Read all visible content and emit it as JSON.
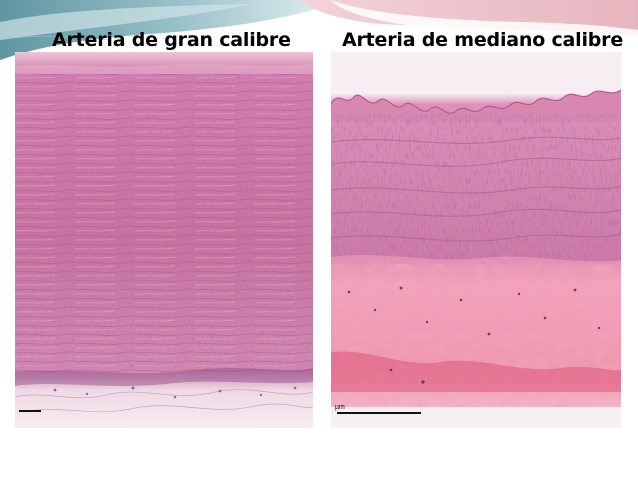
{
  "slide": {
    "titles": {
      "left": "Arteria de gran calibre",
      "right": "Arteria de mediano calibre"
    },
    "micrographs": {
      "left": {
        "subject": "large-caliber artery wall histology (H&E stain)"
      },
      "right": {
        "subject": "medium-caliber artery wall histology (H&E stain)",
        "scale_unit": "µm"
      }
    },
    "colors": {
      "header_teal": "#5f96a2",
      "header_light": "#cfe3e6",
      "header_pink": "#e7b5bf",
      "tissue_pink": "#d98cb3",
      "tissue_deep": "#c06a9a",
      "nuclei": "#5a2a6e",
      "adventitia": "#f4e4ec",
      "collagen": "#e36b8f"
    }
  }
}
